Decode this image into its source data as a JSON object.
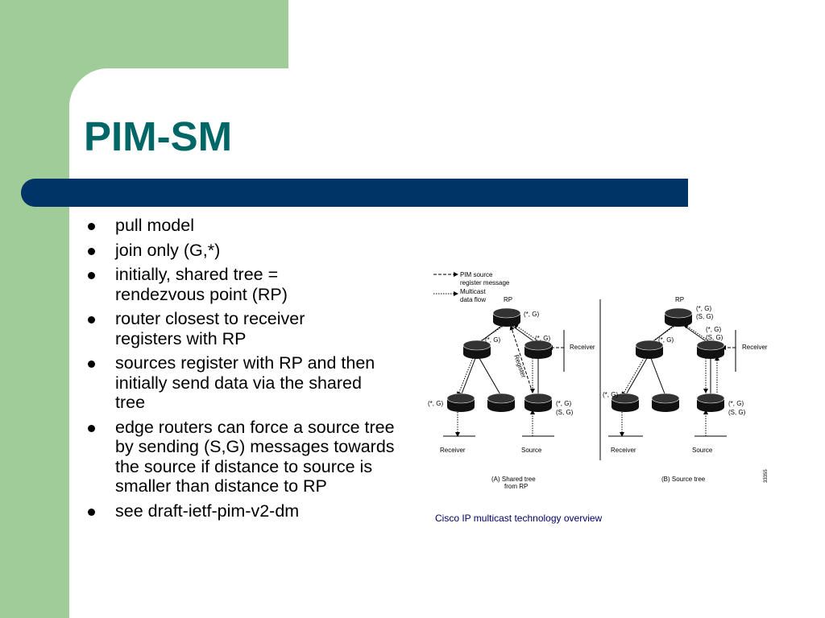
{
  "slide": {
    "title": "PIM-SM",
    "bullets": [
      "pull model",
      "join only (G,*)",
      "initially, shared tree = rendezvous point (RP)",
      "router closest to receiver registers with RP",
      "sources register with RP and then initially send data via the shared tree",
      "edge routers can force a source tree by sending (S,G) messages towards the source if distance to source is smaller than distance to RP",
      "see draft-ietf-pim-v2-dm"
    ],
    "caption": "Cisco IP multicast technology overview"
  },
  "diagram": {
    "legend_register": [
      "PIM source",
      "register message"
    ],
    "legend_flow": [
      "Multicast",
      "data flow"
    ],
    "rp": "RP",
    "star_g": "(*, G)",
    "s_g": "(S, G)",
    "receiver": "Receiver",
    "source": "Source",
    "register": "Register",
    "caption_a": [
      "(A)  Shared tree",
      "from RP"
    ],
    "caption_b": "(B)  Source tree",
    "figure_id": "33355"
  },
  "colors": {
    "background_green": "#a0cc99",
    "title_teal": "#006666",
    "bar_navy": "#003366",
    "caption_navy": "#000066"
  }
}
